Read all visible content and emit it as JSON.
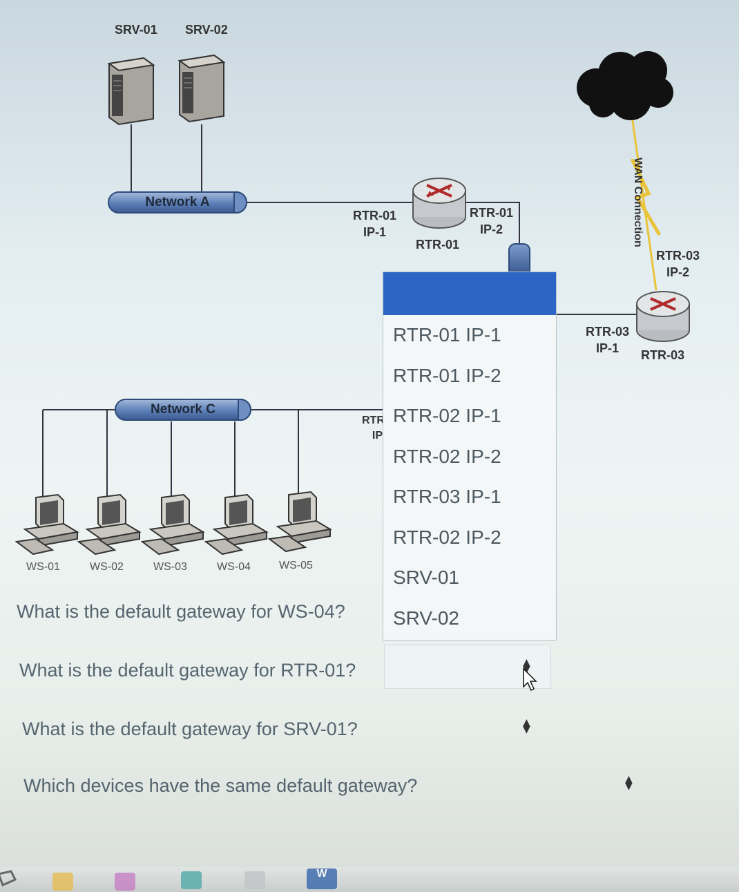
{
  "diagram": {
    "servers": [
      "SRV-01",
      "SRV-02"
    ],
    "networks": {
      "network_a": "Network A",
      "network_c": "Network C"
    },
    "rtr01": {
      "name": "RTR-01",
      "ip1": [
        "RTR-01",
        "IP-1"
      ],
      "ip2": [
        "RTR-01",
        "IP-2"
      ]
    },
    "rtr03": {
      "name": "RTR-03",
      "ip1": [
        "RTR-03",
        "IP-1"
      ],
      "ip2": [
        "RTR-03",
        "IP-2"
      ]
    },
    "rtr02_partial": [
      "RTR",
      "IP"
    ],
    "wan_label": "WAN Connection",
    "workstations": [
      "WS-01",
      "WS-02",
      "WS-03",
      "WS-04",
      "WS-05"
    ]
  },
  "questions": {
    "q1": "What is the default gateway for WS-04?",
    "q2": "What is the default gateway for RTR-01?",
    "q3": "What is the default gateway for SRV-01?",
    "q4": "Which devices have the same default gateway?"
  },
  "dropdown": {
    "options": [
      "RTR-01 IP-1",
      "RTR-01 IP-2",
      "RTR-02 IP-1",
      "RTR-02 IP-2",
      "RTR-03 IP-1",
      "RTR-02 IP-2",
      "SRV-01",
      "SRV-02"
    ]
  },
  "taskbar": {
    "word_icon_letter": "W"
  },
  "colors": {
    "accent": "#2d65c4",
    "network_bar": "#5d7fb7",
    "wan_bolt": "#e9c43a",
    "cloud": "#111111"
  }
}
